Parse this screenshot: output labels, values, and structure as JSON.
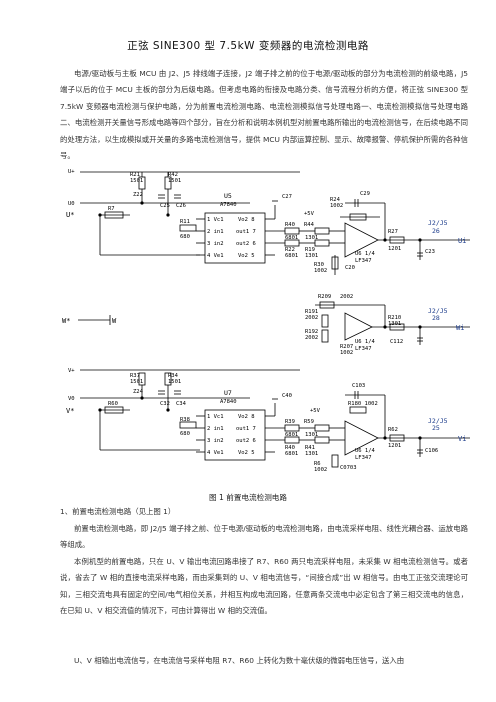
{
  "title": "正弦 SINE300 型 7.5kW 变频器的电流检测电路",
  "intro": "电源/驱动板与主板 MCU 由 J2、J5 排线端子连接，J2 端子排之前的位于电源/驱动板的部分为电流检测的前级电路，J5 端子以后的位于 MCU 主板的部分为后级电路。但考虑电路的衔接及电路分类、信号流程分析的方便，将正弦 SINE300 型 7.5kW 变频器电流检测与保护电路，分为前置电流检测电路、电流检测模拟信号处理电路一、电流检测模拟信号处理电路二、电流检测开关量信号形成电路等四个部分，旨在分析和说明本例机型对前置电路所输出的电流检测信号，在后续电路不同的处理方法，以生成模拟或开关量的多路电流检测信号，提供 MCU 内部运算控制、显示、故障报警、停机保护所需的各种信号。",
  "figure_caption": "图 1  前置电流检测电路",
  "section1_heading": "1、前置电流检测电路（见上图 1）",
  "section1_p1": "前置电流检测电路，即 J2/J5 端子排之前、位于电源/驱动板的电流检测电路，由电流采样电阻、线性光耦合器、运放电路等组成。",
  "section1_p2": "本例机型的前置电路，只在 U、V 输出电流回路串接了 R7、R60 两只电流采样电阻，未采集 W 相电流检测信号。或者说，省去了 W 相的直接电流采样电路，而由采集到的 U、V 相电流信号，“间接合成”出 W 相信号。由电工正弦交流理论可知，三相交流电具有固定的空间/电气相位关系，并相互构成电流回路，任意两条交流电中必定包含了第三相交流电的信息，在已知 U、V 相交流值的情况下，可由计算得出 W 相的交流值。",
  "section1_p3": "U、V 相输出电流信号，在电流信号采样电阻 R7、R60 上转化为数十毫伏级的微弱电压信号，送入由",
  "circuit": {
    "top": {
      "rail": "U+",
      "ref": "U0",
      "main": "U*",
      "out": "Ui",
      "labels": [
        "R21",
        "1501",
        "R42",
        "1501",
        "Z22",
        "C25",
        "C26",
        "R7",
        "R11",
        "680",
        "U5",
        "A7840",
        "C27",
        "R24",
        "1002",
        "C29",
        "R44",
        "R40",
        "6801",
        "1301",
        "R22",
        "6801",
        "R19",
        "1301",
        "R30",
        "1002",
        "C20",
        "R27",
        "1201",
        "C23",
        "U6 1/4",
        "LF347",
        "J2/J5",
        "26"
      ],
      "pins": [
        "1 Vc1",
        "2 in1",
        "3 in2",
        "4 Ve1",
        "Vo2 8",
        "out1 7",
        "out2 6",
        "Vo2 5"
      ],
      "supply": "+5V"
    },
    "mid": {
      "main": "W*",
      "w": "W",
      "out": "Wi",
      "labels": [
        "R209",
        "2002",
        "R191",
        "2002",
        "R192",
        "2002",
        "R207",
        "1002",
        "R210",
        "1301",
        "C112",
        "U6 1/4",
        "LF347",
        "J2/J5",
        "28"
      ]
    },
    "bottom": {
      "rail": "V+",
      "ref": "V0",
      "main": "V*",
      "out": "Vi",
      "labels": [
        "R37",
        "1501",
        "R34",
        "1501",
        "Z24",
        "C32",
        "C34",
        "R60",
        "R38",
        "680",
        "U7",
        "A7840",
        "C40",
        "C103",
        "R180 1002",
        "R59",
        "R39",
        "6801",
        "1301",
        "R40",
        "6801",
        "R41",
        "1301",
        "R6",
        "1002",
        "C0703",
        "R62",
        "1201",
        "C106",
        "U6 1/4",
        "LF347",
        "J2/J5",
        "25"
      ],
      "pins": [
        "1 Vc1",
        "2 in1",
        "3 in2",
        "4 Ve1",
        "Vo2 8",
        "out1 7",
        "out2 6",
        "Vo2 5"
      ],
      "supply": "+5V"
    }
  }
}
